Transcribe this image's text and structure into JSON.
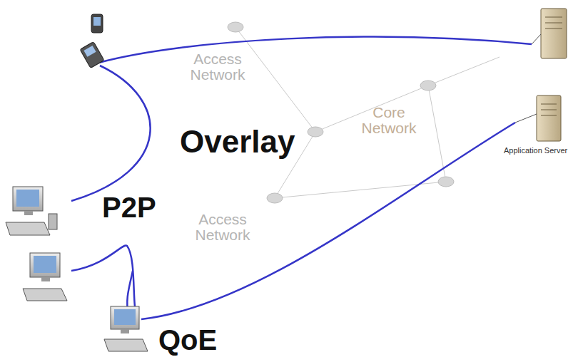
{
  "diagram": {
    "nodes": [
      {
        "text": [
          "Overlay"
        ]
      },
      {
        "text": [
          "Access Network"
        ],
        "in": 0
      },
      {
        "text": [
          "Core Network"
        ],
        "in": 0
      },
      {
        "text": [
          "Access Network"
        ],
        "in": 0
      }
    ],
    "labels": [
      "Application Server",
      "P2P",
      "QoE"
    ]
  }
}
